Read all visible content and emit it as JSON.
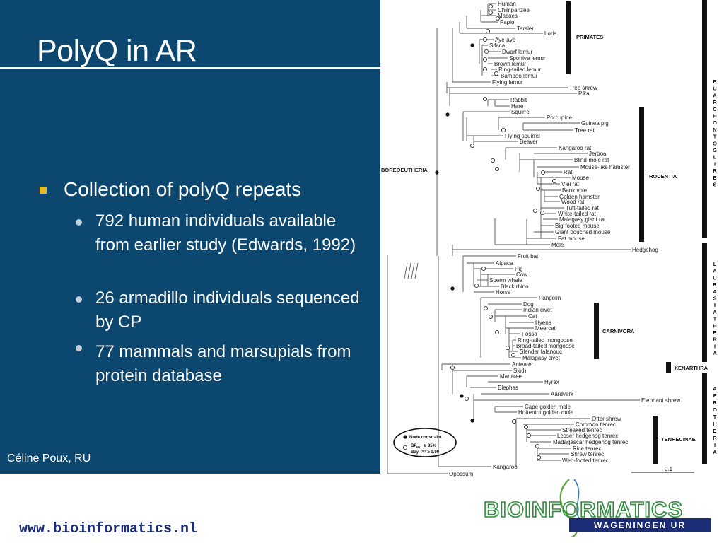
{
  "slide": {
    "title": "PolyQ in AR",
    "bullet": "Collection of polyQ repeats",
    "subbullets": [
      "792 human individuals available from earlier study (Edwards, 1992)",
      "26 armadillo individuals sequenced by CP",
      "77 mammals and marsupials from protein database"
    ],
    "author": "Céline Poux, RU",
    "url": "www.bioinformatics.nl"
  },
  "logo": {
    "wordmark": "BIOINFORMATICS",
    "subtitle": "WAGENINGEN UR"
  },
  "tree": {
    "root_label": "BOREOEUTHERIA",
    "taxa": [
      "Human",
      "Chimpanzee",
      "Macaca",
      "Papio",
      "Tarsier",
      "Loris",
      "Aye-aye",
      "Sifaca",
      "Dwarf lemur",
      "Sportive lemur",
      "Brown lemur",
      "Ring-tailed lemur",
      "Bamboo lemur",
      "Flying lemur",
      "Tree shrew",
      "Pika",
      "Rabbit",
      "Hare",
      "Squirrel",
      "Porcupine",
      "Guinea pig",
      "Tree rat",
      "Flying squirrel",
      "Beaver",
      "Kangaroo rat",
      "Jerboa",
      "Blind-mole rat",
      "Mouse-like hamster",
      "Rat",
      "Mouse",
      "Vlei rat",
      "Bank vole",
      "Golden hamster",
      "Wood rat",
      "Tuft-tailed rat",
      "White-tailed rat",
      "Malagasy giant rat",
      "Big-footed mouse",
      "Giant pouched mouse",
      "Fat mouse",
      "Mole",
      "Hedgehog",
      "Fruit bat",
      "Alpaca",
      "Pig",
      "Cow",
      "Sperm whale",
      "Black rhino",
      "Horse",
      "Pangolin",
      "Dog",
      "Indian civet",
      "Cat",
      "Hyena",
      "Meercat",
      "Fossa",
      "Ring-tailed mongoose",
      "Broad-tailed mongoose",
      "Slender falanouc",
      "Malagasy civet",
      "Anteater",
      "Sloth",
      "Manatee",
      "Hyrax",
      "Elephas",
      "Aardvark",
      "Elephant shrew",
      "Cape golden mole",
      "Hottentot golden mole",
      "Otter shrew",
      "Common tenrec",
      "Streaked tenrec",
      "Lesser hedgehog tenrec",
      "Madagascar hedgehog tenrec",
      "Rice tenrec",
      "Shrew tenrec",
      "Web-footed tenrec",
      "Kangaroo",
      "Opossum"
    ],
    "groups": [
      "PRIMATES",
      "RODENTIA",
      "CARNIVORA",
      "XENARTHRA",
      "TENRECINAE"
    ],
    "superorders": [
      "EUARCHONTOGLIRES",
      "LAURASIATHERIA",
      "AFROTHERIA"
    ],
    "legend": {
      "node_constraint": "Node constraint",
      "bp_line": "BP",
      "bp_sub": "ML",
      "bp_val": "≥ 85%",
      "pp_line": "Bay. PP ≥ 0.99"
    },
    "scale": "0.1"
  }
}
